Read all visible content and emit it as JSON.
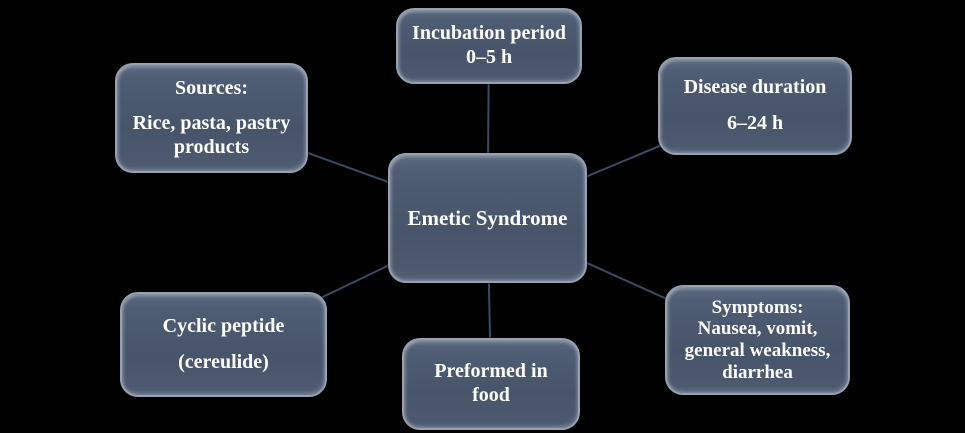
{
  "title": "Emetic Syndrome radial diagram",
  "colors": {
    "bg": "#000000",
    "box-fill": "#4b5870",
    "box-border": "#97a0b0",
    "connector": "#3a4a66",
    "text": "#ffffff"
  },
  "nodes": {
    "center": {
      "lines": [
        "Emetic Syndrome"
      ]
    },
    "incubation": {
      "lines": [
        "Incubation period",
        "0–5 h"
      ]
    },
    "duration": {
      "lines": [
        "Disease duration",
        "6–24 h"
      ]
    },
    "sources": {
      "lines": [
        "Sources:",
        "Rice, pasta, pastry",
        "products"
      ]
    },
    "toxin": {
      "lines": [
        "Cyclic peptide",
        "(cereulide)"
      ]
    },
    "preformed": {
      "lines": [
        "Preformed in",
        "food"
      ]
    },
    "symptoms": {
      "lines": [
        "Symptoms:",
        "Nausea, vomit,",
        "general weakness,",
        "diarrhea"
      ]
    }
  }
}
